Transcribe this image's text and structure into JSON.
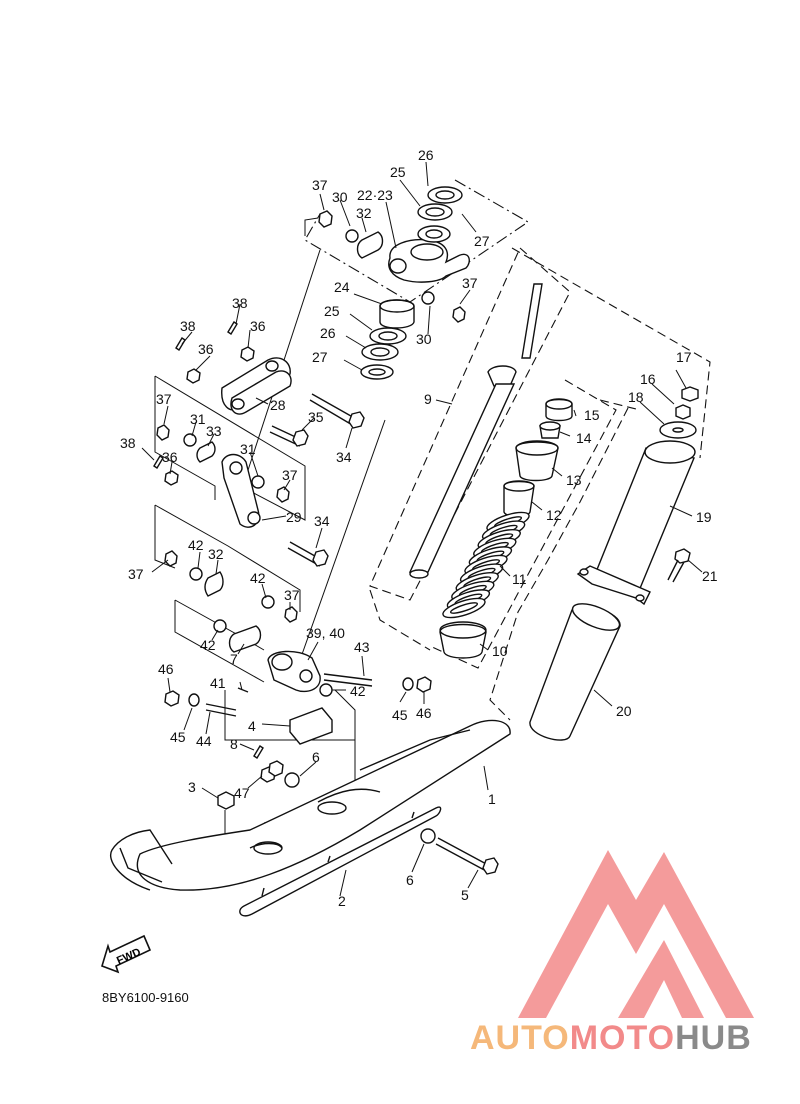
{
  "diagram": {
    "catalog_code": "8BY6100-9160",
    "fwd_label": "FWD",
    "callouts": [
      {
        "id": "c1",
        "text": "1"
      },
      {
        "id": "c2",
        "text": "2"
      },
      {
        "id": "c3",
        "text": "3"
      },
      {
        "id": "c4",
        "text": "4"
      },
      {
        "id": "c5",
        "text": "5"
      },
      {
        "id": "c6a",
        "text": "6"
      },
      {
        "id": "c6b",
        "text": "6"
      },
      {
        "id": "c7",
        "text": "7"
      },
      {
        "id": "c8",
        "text": "8"
      },
      {
        "id": "c9",
        "text": "9"
      },
      {
        "id": "c10",
        "text": "10"
      },
      {
        "id": "c11",
        "text": "11"
      },
      {
        "id": "c12",
        "text": "12"
      },
      {
        "id": "c13",
        "text": "13"
      },
      {
        "id": "c14",
        "text": "14"
      },
      {
        "id": "c15",
        "text": "15"
      },
      {
        "id": "c16",
        "text": "16"
      },
      {
        "id": "c17",
        "text": "17"
      },
      {
        "id": "c18",
        "text": "18"
      },
      {
        "id": "c19",
        "text": "19"
      },
      {
        "id": "c20",
        "text": "20"
      },
      {
        "id": "c21",
        "text": "21"
      },
      {
        "id": "c22-23",
        "text": "22·23"
      },
      {
        "id": "c24",
        "text": "24"
      },
      {
        "id": "c25a",
        "text": "25"
      },
      {
        "id": "c25b",
        "text": "25"
      },
      {
        "id": "c26a",
        "text": "26"
      },
      {
        "id": "c26b",
        "text": "26"
      },
      {
        "id": "c27a",
        "text": "27"
      },
      {
        "id": "c27b",
        "text": "27"
      },
      {
        "id": "c28",
        "text": "28"
      },
      {
        "id": "c29",
        "text": "29"
      },
      {
        "id": "c30a",
        "text": "30"
      },
      {
        "id": "c30b",
        "text": "30"
      },
      {
        "id": "c31a",
        "text": "31"
      },
      {
        "id": "c31b",
        "text": "31"
      },
      {
        "id": "c32a",
        "text": "32"
      },
      {
        "id": "c32b",
        "text": "32"
      },
      {
        "id": "c33",
        "text": "33"
      },
      {
        "id": "c34a",
        "text": "34"
      },
      {
        "id": "c34b",
        "text": "34"
      },
      {
        "id": "c35",
        "text": "35"
      },
      {
        "id": "c36a",
        "text": "36"
      },
      {
        "id": "c36b",
        "text": "36"
      },
      {
        "id": "c36c",
        "text": "36"
      },
      {
        "id": "c37a",
        "text": "37"
      },
      {
        "id": "c37b",
        "text": "37"
      },
      {
        "id": "c37c",
        "text": "37"
      },
      {
        "id": "c37d",
        "text": "37"
      },
      {
        "id": "c37e",
        "text": "37"
      },
      {
        "id": "c37f",
        "text": "37"
      },
      {
        "id": "c38a",
        "text": "38"
      },
      {
        "id": "c38b",
        "text": "38"
      },
      {
        "id": "c38c",
        "text": "38"
      },
      {
        "id": "c39-40",
        "text": "39, 40"
      },
      {
        "id": "c41",
        "text": "41"
      },
      {
        "id": "c42a",
        "text": "42"
      },
      {
        "id": "c42b",
        "text": "42"
      },
      {
        "id": "c42c",
        "text": "42"
      },
      {
        "id": "c42d",
        "text": "42"
      },
      {
        "id": "c43",
        "text": "43"
      },
      {
        "id": "c44",
        "text": "44"
      },
      {
        "id": "c45a",
        "text": "45"
      },
      {
        "id": "c45b",
        "text": "45"
      },
      {
        "id": "c46a",
        "text": "46"
      },
      {
        "id": "c46b",
        "text": "46"
      },
      {
        "id": "c47",
        "text": "47"
      }
    ]
  },
  "watermark": {
    "brand_part1": "AUTO",
    "brand_part2": "MOTO",
    "brand_part3": "HUB",
    "color_orange": "#f5b87a",
    "color_red": "#f28a8a",
    "color_gray": "#8a8a8a"
  },
  "icons": {
    "fwd_arrow": "fwd-arrow-icon",
    "logo": "triangle-logo-icon"
  }
}
